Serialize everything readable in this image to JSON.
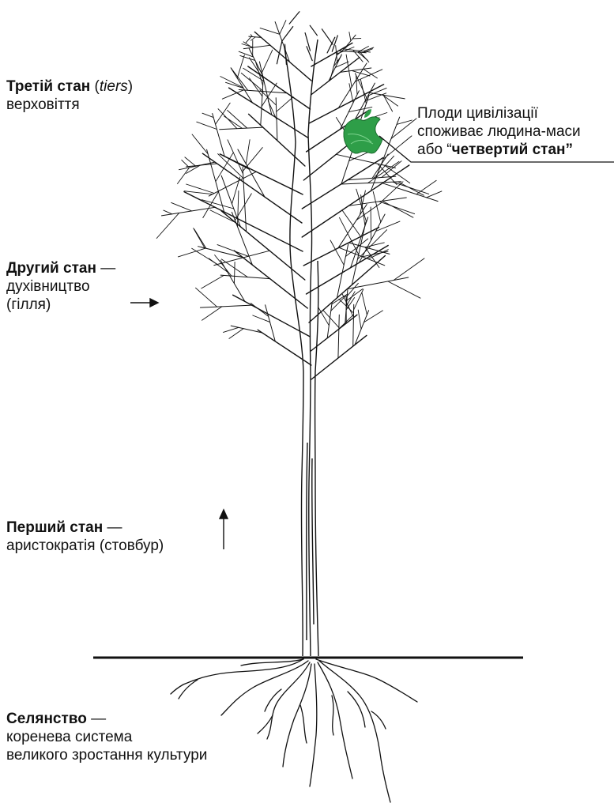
{
  "labels": {
    "third": {
      "title": "Третій стан",
      "paren_open": " (",
      "tiers": "tiers",
      "paren_close": ")",
      "line2": "верховіття"
    },
    "fruit": {
      "line1": "Плоди цивілізації",
      "line2": "споживає людина-маси",
      "line3_prefix": "або “",
      "line3_bold": "четвертий стан”"
    },
    "second": {
      "title": "Другий стан",
      "dash": " —",
      "line2": "духівництво",
      "line3": "(гілля)"
    },
    "first": {
      "title": "Перший стан",
      "dash": " —",
      "line2": "аристократія (стовбур)"
    },
    "peasants": {
      "title": "Селянство",
      "dash": " —",
      "line2": "коренева система",
      "line3": "великого зростання культури"
    }
  },
  "colors": {
    "apple": "#2e9e48",
    "ink": "#111111"
  },
  "icons": {
    "apple": "apple-logo-icon"
  }
}
